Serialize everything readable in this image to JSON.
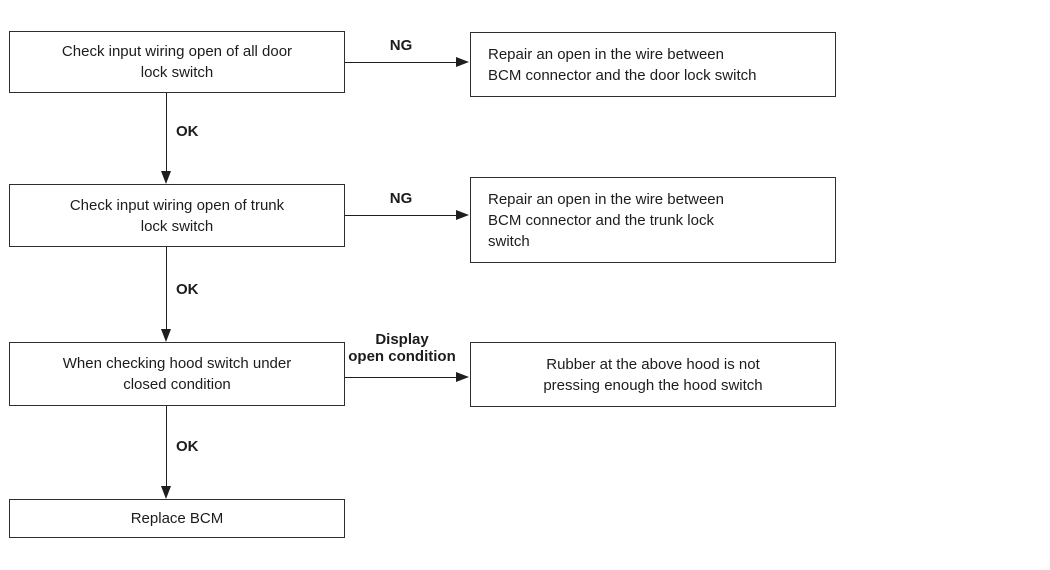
{
  "diagram": {
    "title": "BCM door/trunk/hood switch diagnostic flowchart",
    "colors": {
      "background": "#ffffff",
      "line": "#1e1e1e",
      "text": "#1c1c1c"
    },
    "boxes": [
      {
        "name": "check-door-lock-wiring",
        "lines": [
          "Check input wiring open of all door",
          "lock switch"
        ]
      },
      {
        "name": "repair-door-lock-wire",
        "lines": [
          "Repair an open in the wire between",
          "BCM connector and the door lock switch"
        ]
      },
      {
        "name": "check-trunk-lock-wiring",
        "lines": [
          "Check input wiring open of trunk",
          "lock switch"
        ]
      },
      {
        "name": "repair-trunk-lock-wire",
        "lines": [
          "Repair an open in the wire between",
          "BCM connector and the trunk lock",
          "switch"
        ]
      },
      {
        "name": "check-hood-switch",
        "lines": [
          "When checking hood switch under",
          "closed condition"
        ]
      },
      {
        "name": "hood-rubber-issue",
        "lines": [
          "Rubber at the above hood is not",
          "pressing enough the hood switch"
        ]
      },
      {
        "name": "replace-bcm",
        "lines": [
          "Replace BCM"
        ]
      }
    ],
    "edge_labels": {
      "ng1": "NG",
      "ng2": "NG",
      "ok1": "OK",
      "ok2": "OK",
      "ok3": "OK",
      "display_line1": "Display",
      "display_line2": "open condition"
    }
  }
}
